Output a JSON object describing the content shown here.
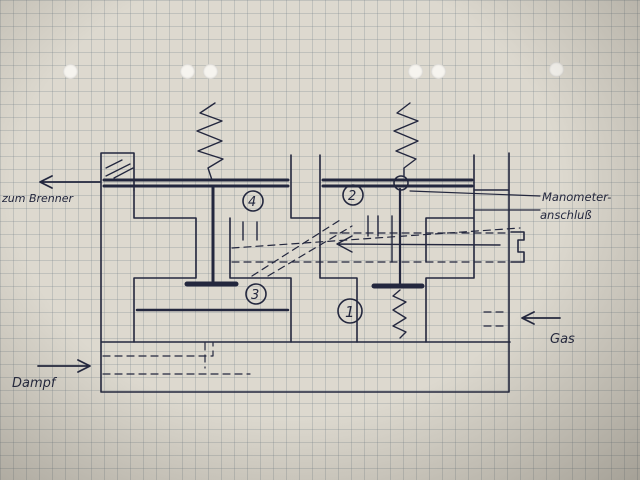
{
  "labels": {
    "zum_brenner": "zum Brenner",
    "manometer_line1": "Manometer-",
    "manometer_line2": "anschluß",
    "gas": "Gas",
    "dampf": "Dampf"
  },
  "chambers": [
    "1",
    "2",
    "3",
    "4"
  ],
  "colors": {
    "ink": "#23273e",
    "paper": "#ddd9cf",
    "grid": "#8a95a0"
  }
}
